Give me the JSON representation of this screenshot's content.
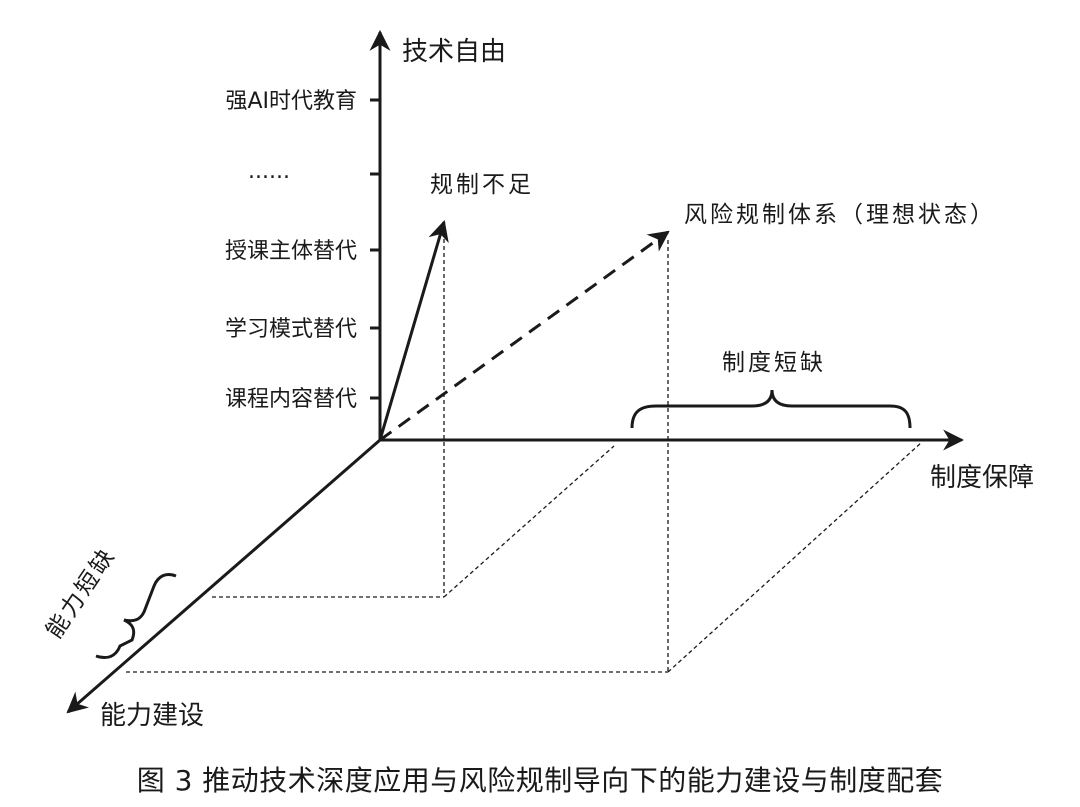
{
  "axes": {
    "y_title": "技术自由",
    "x_title": "制度保障",
    "z_title": "能力建设"
  },
  "y_ticks": [
    "强AI时代教育",
    "......",
    "授课主体替代",
    "学习模式替代",
    "课程内容替代"
  ],
  "annotations": {
    "regulation_insufficient": "规制不足",
    "ideal_system": "风险规制体系（理想状态）",
    "institution_shortage": "制度短缺",
    "capability_shortage": "能力短缺"
  },
  "caption": "图 3  推动技术深度应用与风险规制导向下的能力建设与制度配套",
  "colors": {
    "ink": "#1a1a1a",
    "background": "#ffffff"
  }
}
